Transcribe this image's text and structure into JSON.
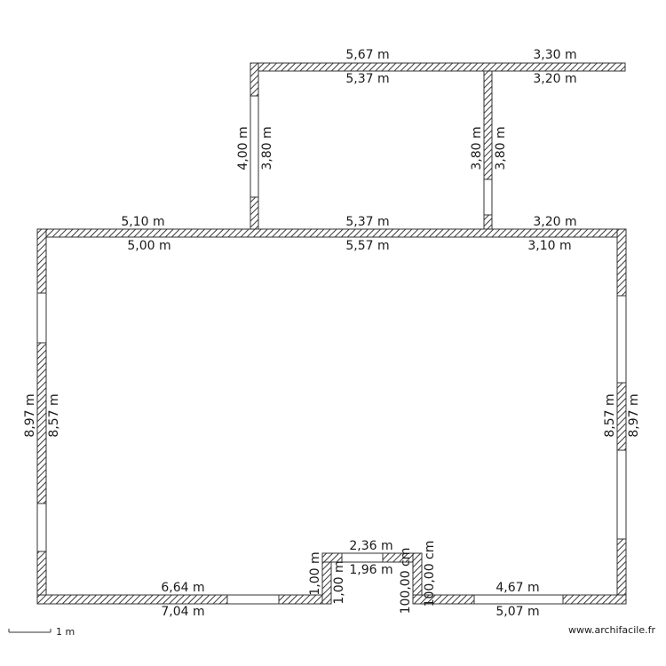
{
  "dimensions": {
    "top_left_outer": "5,67 m",
    "top_left_inner": "5,37 m",
    "top_right_outer": "3,30 m",
    "top_right_inner": "3,20 m",
    "upper_left_outer": "4,00 m",
    "upper_left_inner": "3,80 m",
    "upper_mid_left": "3,80 m",
    "upper_mid_right": "3,80 m",
    "main_top_left_outer": "5,10 m",
    "main_top_left_inner": "5,00 m",
    "main_top_mid_outer": "5,37 m",
    "main_top_mid_inner": "5,57 m",
    "main_top_right_outer": "3,20 m",
    "main_top_right_inner": "3,10 m",
    "left_outer": "8,97 m",
    "left_inner": "8,57 m",
    "right_inner": "8,57 m",
    "right_outer": "8,97 m",
    "notch_top_outer": "2,36 m",
    "notch_top_inner": "1,96 m",
    "notch_left_outer": "1,00 m",
    "notch_left_inner": "1,00 m",
    "notch_right_outer": "100,00 cm",
    "notch_right_inner": "100,00 cm",
    "bottom_left_inner": "6,64 m",
    "bottom_left_outer": "7,04 m",
    "bottom_right_inner": "4,67 m",
    "bottom_right_outer": "5,07 m"
  },
  "scale_label": "1 m",
  "watermark": "www.archifacile.fr"
}
